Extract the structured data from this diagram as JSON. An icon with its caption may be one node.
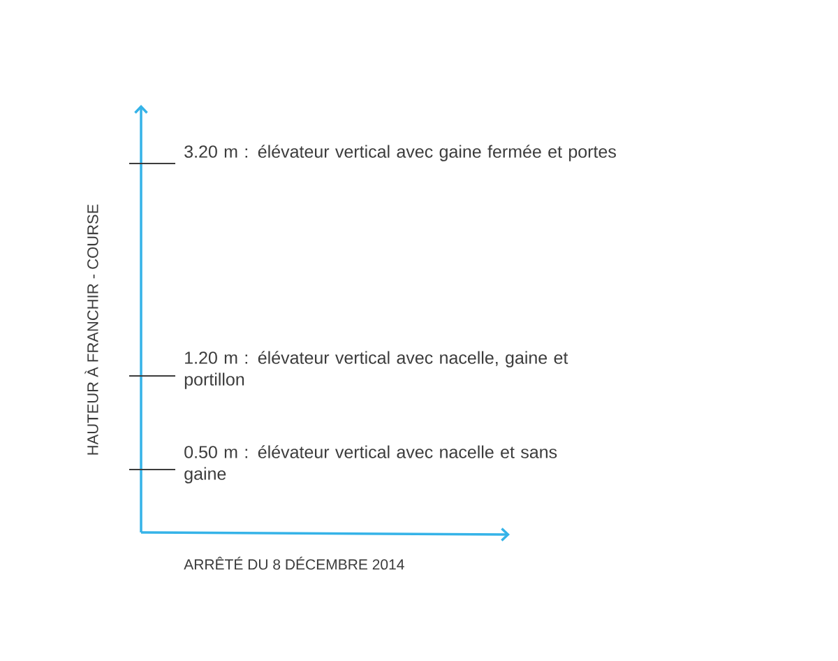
{
  "diagram": {
    "labels": [
      "3.20 m : élévateur vertical avec gaine fermée et portes",
      "HAUTEUR À FRANCHIR - COURSE",
      "1.20 m : élévateur vertical avec nacelle, gaine et portillon",
      "0.50 m : élévateur vertical avec nacelle et sans gaine",
      "ARRÊTÉ DU 8 DÉCEMBRE 2014"
    ]
  }
}
